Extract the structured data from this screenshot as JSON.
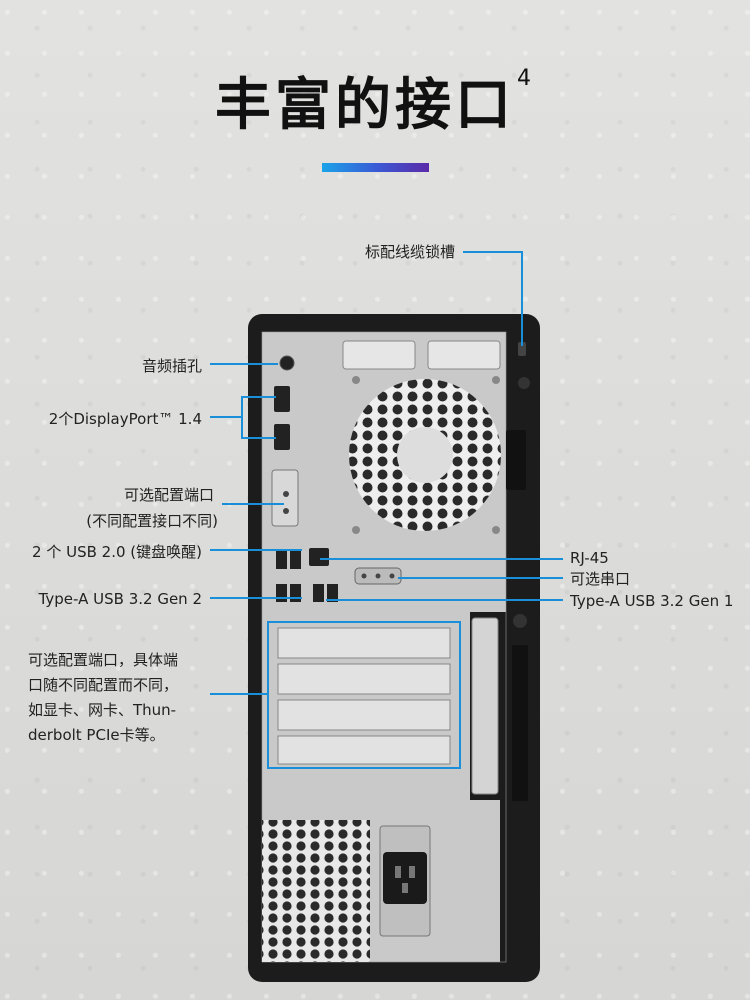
{
  "header": {
    "title": "丰富的接口",
    "superscript": "4"
  },
  "callouts": {
    "lock_slot": "标配线缆锁槽",
    "audio_jack": "音频插孔",
    "displayport": "2个DisplayPort™ 1.4",
    "optional_port_line1": "可选配置端口",
    "optional_port_line2": "(不同配置接口不同)",
    "usb20": "2 个 USB 2.0 (键盘唤醒)",
    "usb32_left": "Type-A USB 3.2 Gen 2",
    "rj45": "RJ-45",
    "serial": "可选串口",
    "usb32_right": "Type-A USB 3.2 Gen 1",
    "expansion_line1": "可选配置端口，具体端",
    "expansion_line2": "口随不同配置而不同，",
    "expansion_line3": "如显卡、网卡、Thun-",
    "expansion_line4": "derbolt PCIe卡等。"
  },
  "colors": {
    "accent_line": "#1a8fd9",
    "chassis": "#1c1c1c",
    "panel": "#c8c8c8"
  }
}
